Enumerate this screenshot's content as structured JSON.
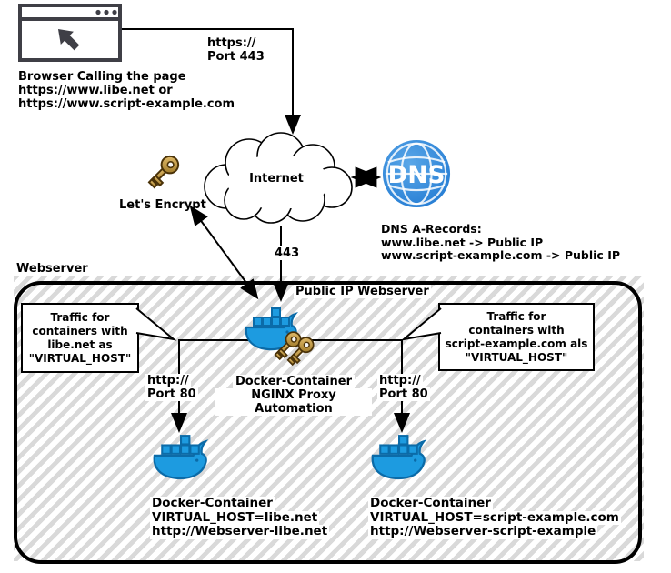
{
  "browser": {
    "caption_lines": [
      "Browser Calling the page",
      "https://www.libe.net or",
      "https://www.script-example.com"
    ]
  },
  "connections": {
    "https_label_lines": [
      "https://",
      "Port 443"
    ],
    "port_443_label": "443",
    "http_left_lines": [
      "http://",
      "Port 80"
    ],
    "http_right_lines": [
      "http://",
      "Port 80"
    ]
  },
  "internet": {
    "label": "Internet"
  },
  "lets_encrypt": {
    "label": "Let's Encrypt"
  },
  "dns": {
    "icon_text": "DNS",
    "records_lines": [
      "DNS A-Records:",
      "www.libe.net -> Public IP",
      "www.script-example.com -> Public IP"
    ]
  },
  "webserver_box": {
    "label": "Webserver",
    "public_ip_label": "Public IP Webserver",
    "nginx_proxy_lines": [
      "Docker-Container",
      "NGINX Proxy Automation"
    ],
    "callout_left_lines": [
      "Traffic for",
      "containers with",
      "libe.net as",
      "\"VIRTUAL_HOST\""
    ],
    "callout_right_lines": [
      "Traffic for",
      "containers with",
      "script-example.com als",
      "\"VIRTUAL_HOST\""
    ],
    "container_left_lines": [
      "Docker-Container",
      "VIRTUAL_HOST=libe.net",
      "http://Webserver-libe.net"
    ],
    "container_right_lines": [
      "Docker-Container",
      "VIRTUAL_HOST=script-example.com",
      "http://Webserver-script-example"
    ]
  },
  "colors": {
    "docker_blue": "#1d9be0",
    "docker_dark": "#0b6ba8",
    "dns_blue": "#2e86de",
    "key_gold": "#d2a74f",
    "hatch_gray": "#d9d9d9",
    "icon_gray": "#3f3f46",
    "line_black": "#000000"
  }
}
